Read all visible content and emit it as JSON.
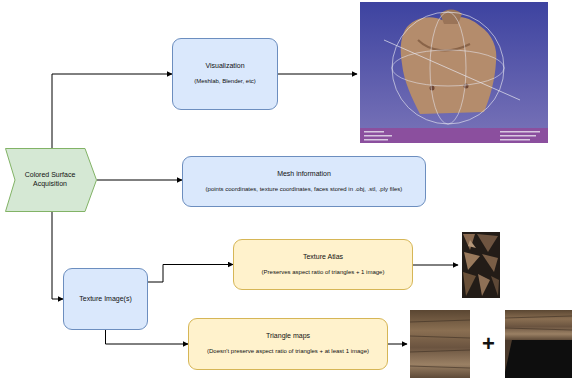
{
  "diagram": {
    "nodes": [
      {
        "text": [
          "Colored Surface Acquisition"
        ]
      },
      {
        "text": [
          "Visualization",
          "(Meshlab, Blender, etc)"
        ]
      },
      {
        "text": [
          "Mesh information",
          "(points coordinates, texture coordinates, faces stored in .obj, .stl, .ply files)"
        ]
      },
      {
        "text": [
          "Texture Image(s)"
        ]
      },
      {
        "text": [
          "Texture Atlas",
          "(Preserves aspect ratio of triangles + 1 image)"
        ]
      },
      {
        "text": [
          "Triangle maps",
          "(Doesn't preserve aspect ratio of triangles + at least 1 image)"
        ]
      }
    ],
    "edges": [
      {
        "from": 0,
        "to": 1,
        "arrow": "to"
      },
      {
        "from": 0,
        "to": 2,
        "arrow": "to"
      },
      {
        "from": 0,
        "to": 3,
        "arrow": "to"
      },
      {
        "from": 3,
        "to": 4,
        "arrow": "to"
      },
      {
        "from": 3,
        "to": 5,
        "arrow": "to"
      }
    ],
    "labels": [
      "+"
    ]
  }
}
